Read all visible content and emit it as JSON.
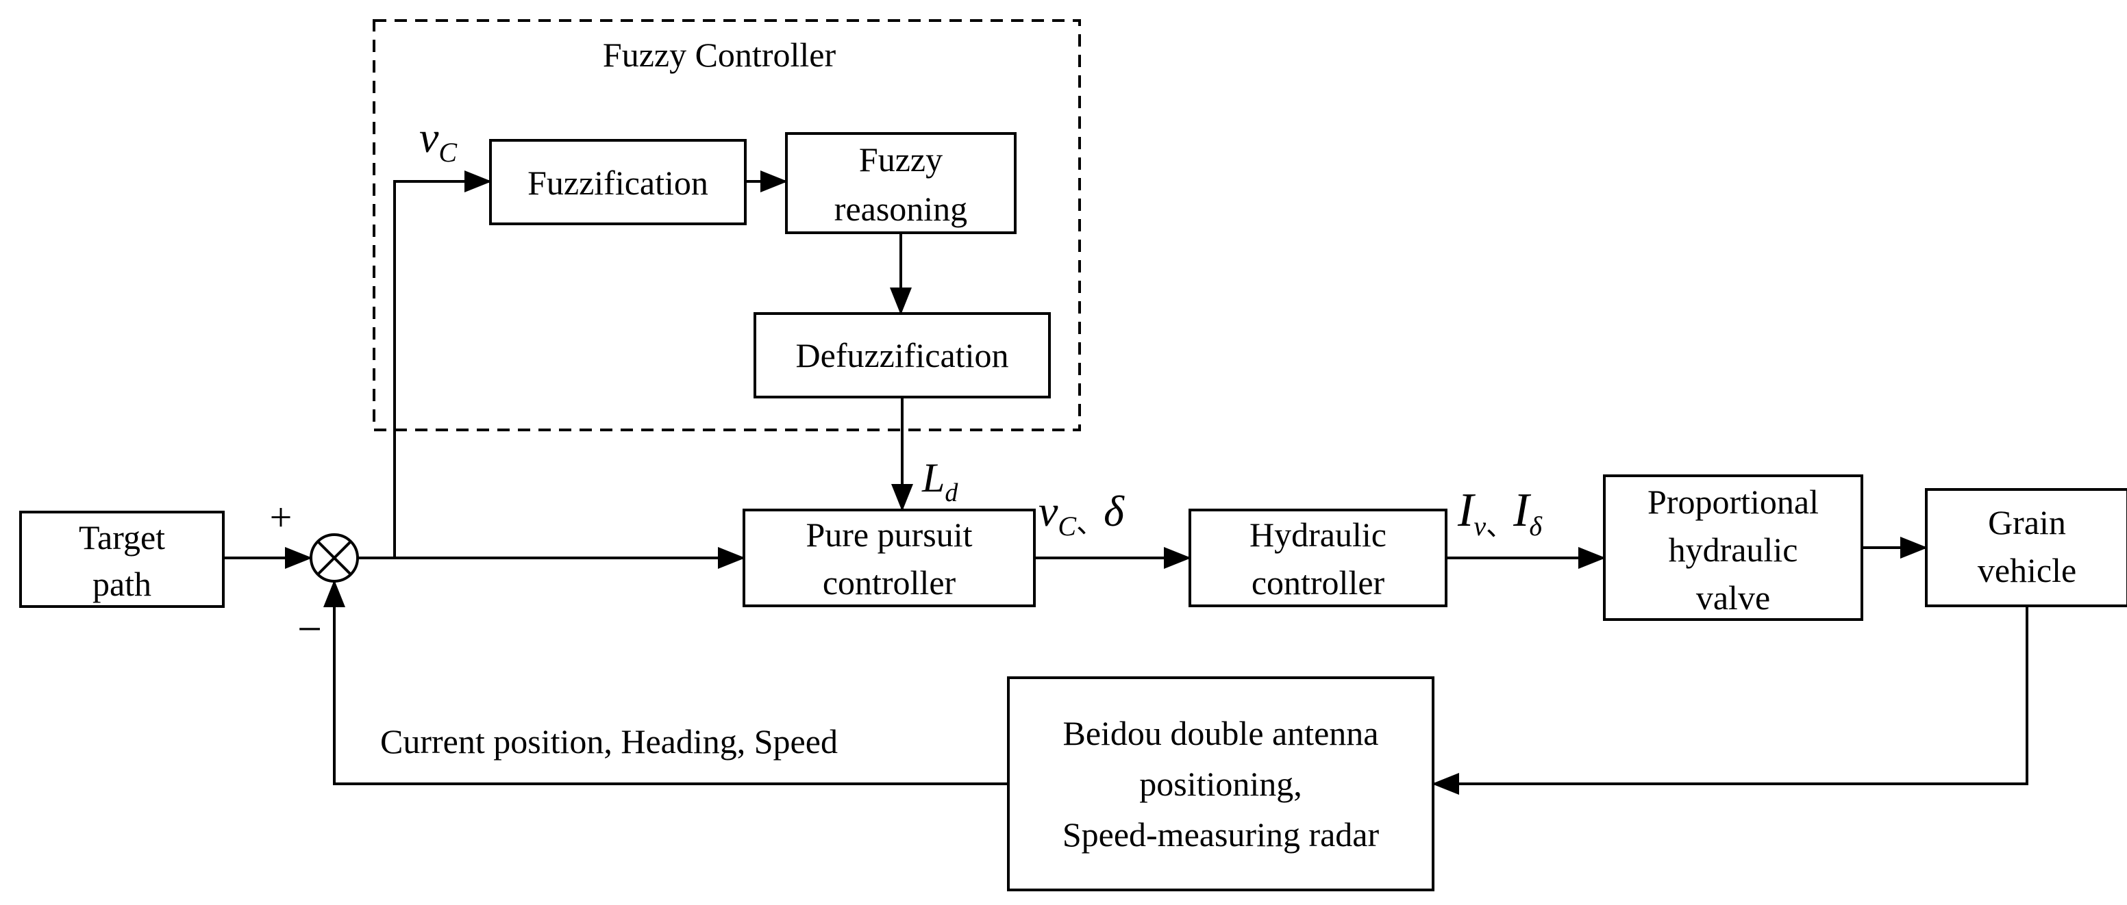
{
  "fuzzy_controller": {
    "title": "Fuzzy Controller",
    "fuzzification": "Fuzzification",
    "fuzzy_reasoning_line1": "Fuzzy",
    "fuzzy_reasoning_line2": "reasoning",
    "defuzzification": "Defuzzification"
  },
  "blocks": {
    "target_path_line1": "Target",
    "target_path_line2": "path",
    "pure_pursuit_line1": "Pure pursuit",
    "pure_pursuit_line2": "controller",
    "hydraulic_line1": "Hydraulic",
    "hydraulic_line2": "controller",
    "valve_line1": "Proportional",
    "valve_line2": "hydraulic",
    "valve_line3": "valve",
    "vehicle_line1": "Grain",
    "vehicle_line2": "vehicle",
    "sensor_line1": "Beidou double antenna",
    "sensor_line2": "positioning,",
    "sensor_line3": "Speed-measuring radar"
  },
  "signals": {
    "vc": "v",
    "vc_sub": "C",
    "ld": "L",
    "ld_sub": "d",
    "vc_delta_v": "v",
    "vc_delta_sub": "C",
    "vc_delta_sep": "、",
    "vc_delta_delta": "δ",
    "iv_i1": "I",
    "iv_sub1": "v",
    "iv_sep": "、",
    "iv_i2": "I",
    "iv_sub2": "δ",
    "feedback": "Current position, Heading, Speed",
    "plus": "+",
    "minus": "−"
  }
}
